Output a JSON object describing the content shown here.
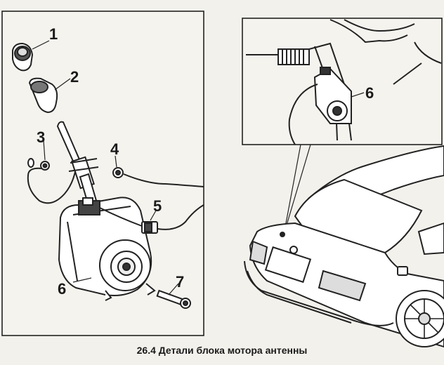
{
  "caption": "26.4 Детали блока мотора антенны",
  "left_panel": {
    "callouts": [
      "1",
      "2",
      "3",
      "4",
      "5",
      "6",
      "7"
    ]
  },
  "detail_panel": {
    "callouts": [
      "6"
    ]
  }
}
